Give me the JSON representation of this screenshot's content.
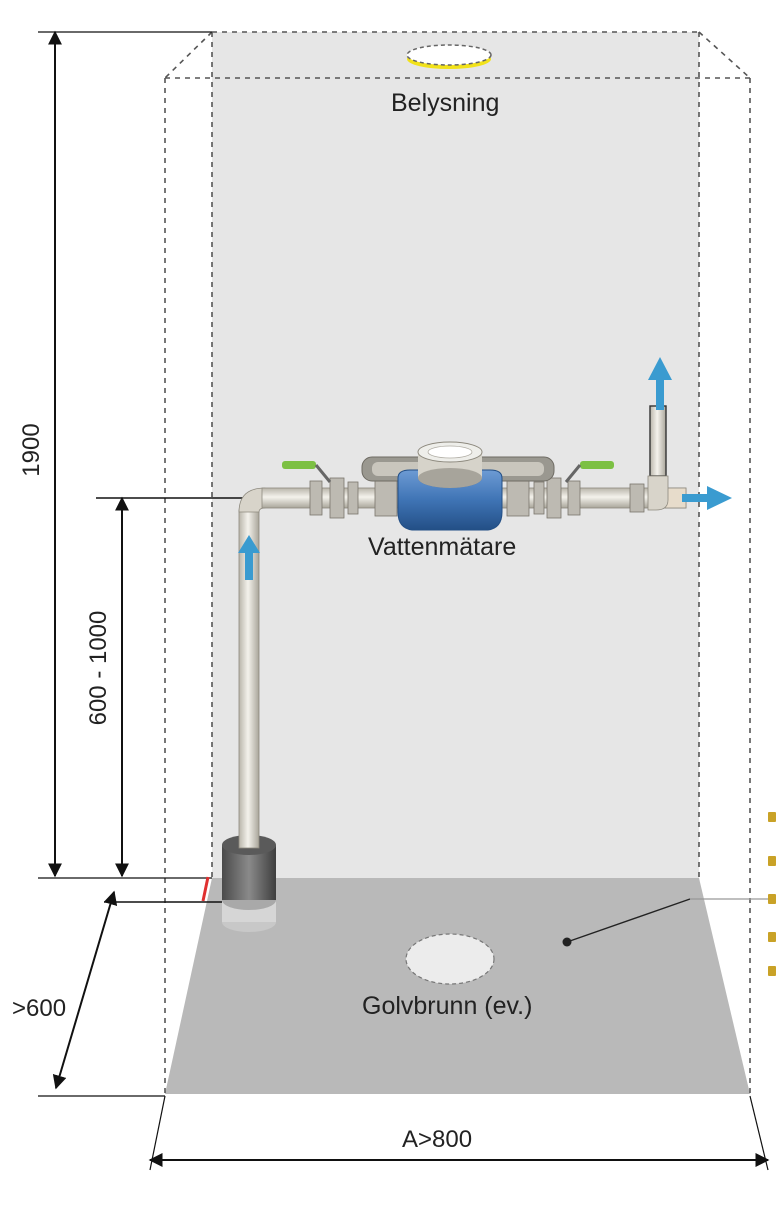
{
  "labels": {
    "lighting": "Belysning",
    "meter": "Vattenmätare",
    "floor_drain": "Golvbrunn (ev.)"
  },
  "dimensions": {
    "total_height": "1900",
    "pipe_height": "600 - 1000",
    "depth": ">600",
    "width": "A>800"
  },
  "colors": {
    "wall": "#e6e6e6",
    "floor": "#b9b9b9",
    "pipe": "#dedbd2",
    "meter_body": "#3f74b5",
    "flow_arrow": "#3a9bd0",
    "valve_handle": "#7cc043",
    "lamp": "#f2e21a",
    "seal_mark": "#e03030",
    "side_note_marks": "#c9a227"
  },
  "icons": [
    "lamp-icon",
    "water-meter-icon",
    "flow-arrow-icon",
    "valve-handle-icon",
    "floor-drain-icon"
  ]
}
